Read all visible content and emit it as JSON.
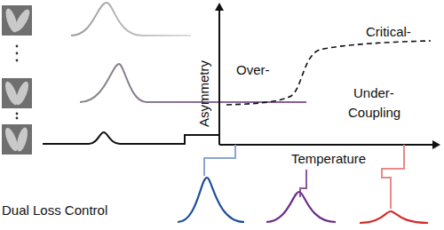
{
  "diagram": {
    "labels": [
      "Asymmetry",
      "Over-",
      "Critical-",
      "Under-",
      "Coupling",
      "Temperature",
      "Dual Loss Control"
    ]
  }
}
